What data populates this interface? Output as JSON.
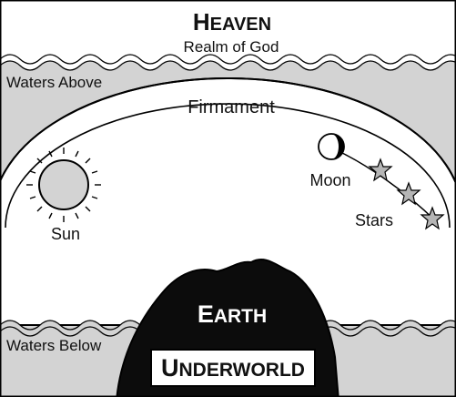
{
  "heaven": {
    "title_cap": "H",
    "title_rest": "EAVEN",
    "subtitle": "Realm of God"
  },
  "waters_above": {
    "label": "Waters Above"
  },
  "firmament": {
    "label": "Firmament"
  },
  "sun": {
    "label": "Sun"
  },
  "moon": {
    "label": "Moon"
  },
  "stars": {
    "label": "Stars"
  },
  "earth": {
    "cap": "E",
    "rest": "ARTH"
  },
  "underworld": {
    "cap": "U",
    "rest": "NDERWORLD"
  },
  "waters_below": {
    "label": "Waters Below"
  },
  "colors": {
    "water": "#d3d3d3",
    "land": "#0c0c0c",
    "outline": "#000000",
    "sky": "#ffffff",
    "star": "#b5b5b5"
  },
  "icons": [
    "sun-icon",
    "moon-icon",
    "star-icon"
  ]
}
